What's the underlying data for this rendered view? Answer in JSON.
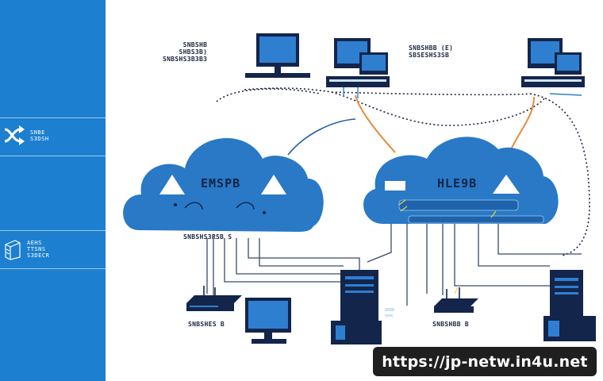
{
  "sidebar": {
    "background": "#1c7fcf",
    "items": [
      {
        "icon": "shuffle-arrows-icon",
        "label": "SNBE\nS3DSH"
      },
      {
        "icon": "server-rack-icon",
        "label": "AEHS\nTTSNS\nS3DECR"
      }
    ]
  },
  "labels": {
    "top_left": "SNBSHB\nSHBS3B)\nSNBSHS3B3B3",
    "top_center": "SNBSHBB (E)\nSBSESHS3SB"
  },
  "clouds": [
    {
      "title": "EMSPB",
      "sublabel": "SNBSHS3RSB S"
    },
    {
      "title": "HLE9B"
    }
  ],
  "bottom_labels": {
    "left_router": "SNBSHES B",
    "right_router": "SNBSHBB B"
  },
  "colors": {
    "cloud": "#2979c6",
    "cloud_accent": "#1f63ad",
    "device_navy": "#14254b",
    "screen_blue": "#2f7fd0",
    "orange_link": "#e88a3c",
    "dotted_link": "#1b2540"
  },
  "url": "https://jp-netw.in4u.net"
}
